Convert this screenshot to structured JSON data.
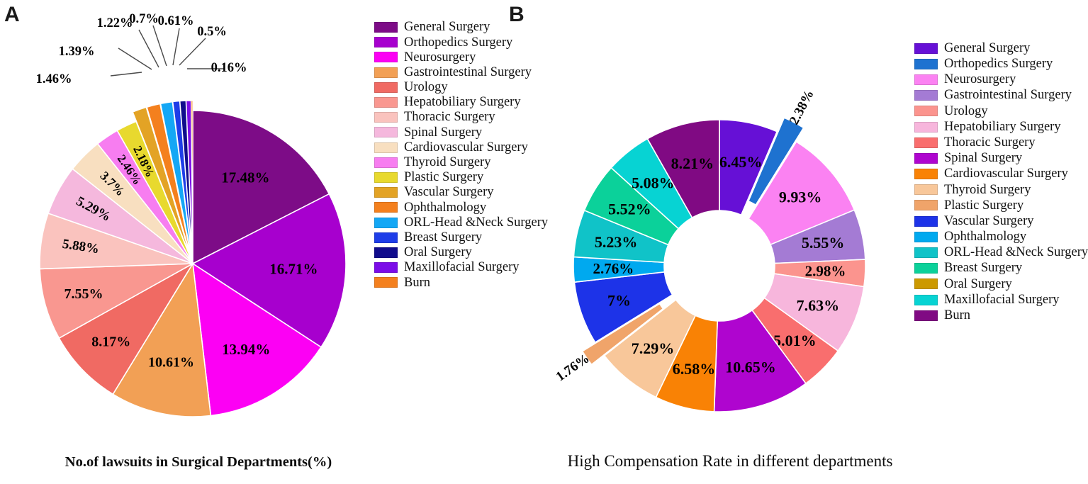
{
  "panels": {
    "a_letter": "A",
    "b_letter": "B"
  },
  "titles": {
    "a": "No.of lawsuits in Surgical Departments(%)",
    "b": "High Compensation Rate in different departments"
  },
  "legend_a": {
    "items": [
      {
        "label": "General Surgery",
        "color": "#7D0C87"
      },
      {
        "label": "Orthopedics Surgery",
        "color": "#A700CE"
      },
      {
        "label": "Neurosurgery",
        "color": "#FC00F4"
      },
      {
        "label": "Gastrointestinal Surgery",
        "color": "#F2A055"
      },
      {
        "label": "Urology",
        "color": "#F06A63"
      },
      {
        "label": "Hepatobiliary Surgery",
        "color": "#F99790"
      },
      {
        "label": "Thoracic Surgery",
        "color": "#FAC3BE"
      },
      {
        "label": "Spinal Surgery",
        "color": "#F5B8DD"
      },
      {
        "label": "Cardiovascular Surgery",
        "color": "#F8DFC0"
      },
      {
        "label": "Thyroid Surgery",
        "color": "#F77DF0"
      },
      {
        "label": "Plastic Surgery",
        "color": "#E8D92E"
      },
      {
        "label": "Vascular Surgery",
        "color": "#E3A325"
      },
      {
        "label": "Ophthalmology",
        "color": "#F4801E"
      },
      {
        "label": "ORL-Head &Neck Surgery",
        "color": "#14A7F5"
      },
      {
        "label": "Breast Surgery",
        "color": "#1E3DE8"
      },
      {
        "label": "Oral Surgery",
        "color": "#100C8C"
      },
      {
        "label": "Maxillofacial Surgery",
        "color": "#7B0CE8"
      },
      {
        "label": "Burn",
        "color": "#F4801E"
      }
    ]
  },
  "legend_b": {
    "items": [
      {
        "label": "General Surgery",
        "color": "#6610D6"
      },
      {
        "label": "Orthopedics Surgery",
        "color": "#1E72D0"
      },
      {
        "label": "Neurosurgery",
        "color": "#FB82F2"
      },
      {
        "label": "Gastrointestinal Surgery",
        "color": "#A47BD4"
      },
      {
        "label": "Urology",
        "color": "#FB948E"
      },
      {
        "label": "Hepatobiliary Surgery",
        "color": "#F7B6DC"
      },
      {
        "label": "Thoracic Surgery",
        "color": "#F96E6E"
      },
      {
        "label": "Spinal Surgery",
        "color": "#AF05CF"
      },
      {
        "label": "Cardiovascular Surgery",
        "color": "#F98205"
      },
      {
        "label": "Thyroid Surgery",
        "color": "#F8C79A"
      },
      {
        "label": "Plastic Surgery",
        "color": "#F0A46A"
      },
      {
        "label": "Vascular Surgery",
        "color": "#1D33E8"
      },
      {
        "label": "Ophthalmology",
        "color": "#00A9EF"
      },
      {
        "label": "ORL-Head &Neck Surgery",
        "color": "#10C3C8"
      },
      {
        "label": "Breast Surgery",
        "color": "#0BD19A"
      },
      {
        "label": "Oral Surgery",
        "color": "#CC9901"
      },
      {
        "label": "Maxillofacial Surgery",
        "color": "#07D3D3"
      },
      {
        "label": "Burn",
        "color": "#800A83"
      }
    ]
  },
  "chart_data": [
    {
      "type": "pie",
      "id": "lawsuits-pie",
      "title": "No.of lawsuits in Surgical Departments(%)",
      "panel": "A",
      "unit": "%",
      "categories": [
        "General Surgery",
        "Orthopedics Surgery",
        "Neurosurgery",
        "Gastrointestinal Surgery",
        "Urology",
        "Hepatobiliary Surgery",
        "Thoracic Surgery",
        "Spinal Surgery",
        "Cardiovascular Surgery",
        "Thyroid Surgery",
        "Plastic Surgery",
        "Vascular Surgery",
        "Ophthalmology",
        "ORL-Head &Neck Surgery",
        "Breast Surgery",
        "Oral Surgery",
        "Maxillofacial Surgery",
        "Burn"
      ],
      "values": [
        17.48,
        16.71,
        13.94,
        10.61,
        8.17,
        7.55,
        5.88,
        5.29,
        3.7,
        2.46,
        2.18,
        1.46,
        1.39,
        1.22,
        0.7,
        0.61,
        0.5,
        0.16
      ],
      "labels": [
        "17.48%",
        "16.71%",
        "13.94%",
        "10.61%",
        "8.17%",
        "7.55%",
        "5.88%",
        "5.29%",
        "3.7%",
        "2.46%",
        "2.18%",
        "1.46%",
        "1.39%",
        "1.22%",
        "0.7%",
        "0.61%",
        "0.5%",
        "0.16%"
      ],
      "colors": [
        "#7D0C87",
        "#A700CE",
        "#FC00F4",
        "#F2A055",
        "#F06A63",
        "#F99790",
        "#FAC3BE",
        "#F5B8DD",
        "#F8DFC0",
        "#F77DF0",
        "#E8D92E",
        "#E3A325",
        "#F4801E",
        "#14A7F5",
        "#1E3DE8",
        "#100C8C",
        "#7B0CE8",
        "#F4801E"
      ],
      "exploded": [
        false,
        false,
        false,
        false,
        false,
        false,
        false,
        false,
        false,
        false,
        false,
        true,
        true,
        true,
        true,
        true,
        true,
        true
      ],
      "callout_labels": [
        "1.46%",
        "1.39%",
        "1.22%",
        "0.7%",
        "0.61%",
        "0.5%",
        "0.16%"
      ],
      "legend_position": "right",
      "start_angle_deg": 0,
      "direction": "clockwise"
    },
    {
      "type": "pie",
      "id": "compensation-donut",
      "title": "High Compensation Rate in different departments",
      "panel": "B",
      "unit": "%",
      "donut_hole": 0.375,
      "categories": [
        "General Surgery",
        "Orthopedics Surgery",
        "Neurosurgery",
        "Gastrointestinal Surgery",
        "Urology",
        "Hepatobiliary Surgery",
        "Thoracic Surgery",
        "Spinal Surgery",
        "Cardiovascular Surgery",
        "Thyroid Surgery",
        "Plastic Surgery",
        "Vascular Surgery",
        "Ophthalmology",
        "ORL-Head &Neck Surgery",
        "Breast Surgery",
        "Maxillofacial Surgery",
        "Burn"
      ],
      "values": [
        6.45,
        2.38,
        9.93,
        5.55,
        2.98,
        7.63,
        5.01,
        10.65,
        6.58,
        7.29,
        1.76,
        7.0,
        2.76,
        5.23,
        5.52,
        5.08,
        8.21
      ],
      "labels": [
        "6.45%",
        "2.38%",
        "9.93%",
        "5.55%",
        "2.98%",
        "7.63%",
        "5.01%",
        "10.65%",
        "6.58%",
        "7.29%",
        "1.76%",
        "7%",
        "2.76%",
        "5.23%",
        "5.52%",
        "5.08%",
        "8.21%"
      ],
      "colors": [
        "#6610D6",
        "#1E72D0",
        "#FB82F2",
        "#A47BD4",
        "#FB948E",
        "#F7B6DC",
        "#F96E6E",
        "#AF05CF",
        "#F98205",
        "#F8C79A",
        "#F0A46A",
        "#1D33E8",
        "#00A9EF",
        "#10C3C8",
        "#0BD19A",
        "#07D3D3",
        "#800A83"
      ],
      "exploded": [
        false,
        true,
        false,
        false,
        false,
        false,
        false,
        false,
        false,
        false,
        true,
        false,
        false,
        false,
        false,
        false,
        false
      ],
      "legend_position": "right",
      "start_angle_deg": 0,
      "direction": "clockwise"
    }
  ]
}
